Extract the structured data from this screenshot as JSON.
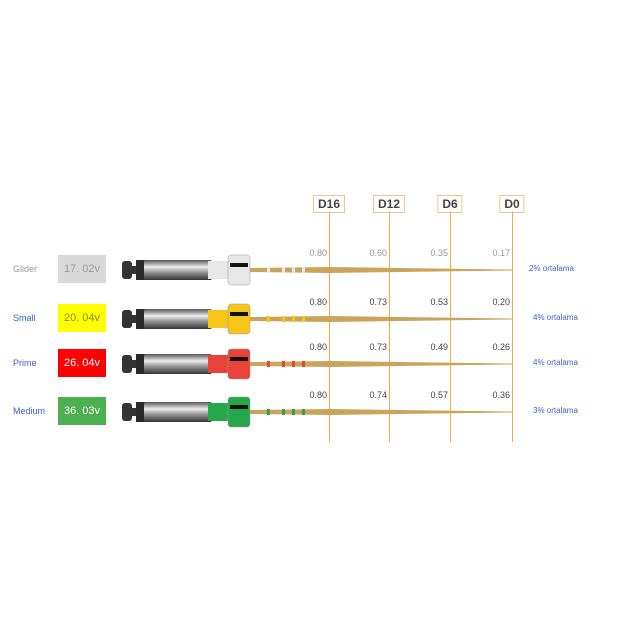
{
  "columns": [
    "D16",
    "D12",
    "D6",
    "D0"
  ],
  "files": [
    {
      "name": "Glider",
      "size": "17. 02v",
      "color": "#d9d9d9",
      "text_color": "#9a9a9a",
      "name_color": "#9a9a9a",
      "ring": "#e8e8e8",
      "values": [
        "0.80",
        "0.60",
        "0.35",
        "0.17"
      ],
      "taper": "2% ortalama"
    },
    {
      "name": "Small",
      "size": "20. 04v",
      "color": "#ffff00",
      "text_color": "#8a8a2a",
      "name_color": "#3b63d6",
      "ring": "#f5c518",
      "values": [
        "0.80",
        "0.73",
        "0.53",
        "0.20"
      ],
      "taper": "4% ortalama"
    },
    {
      "name": "Prime",
      "size": "26. 04v",
      "color": "#ff0000",
      "text_color": "#ffffff",
      "name_color": "#3b63d6",
      "ring": "#e8423a",
      "values": [
        "0.80",
        "0.73",
        "0.49",
        "0.26"
      ],
      "taper": "4% ortalama"
    },
    {
      "name": "Medium",
      "size": "36. 03v",
      "color": "#4caf50",
      "text_color": "#ffffff",
      "name_color": "#3b63d6",
      "ring": "#25a84a",
      "values": [
        "0.80",
        "0.74",
        "0.57",
        "0.36"
      ],
      "taper": "3% ortalama"
    }
  ]
}
